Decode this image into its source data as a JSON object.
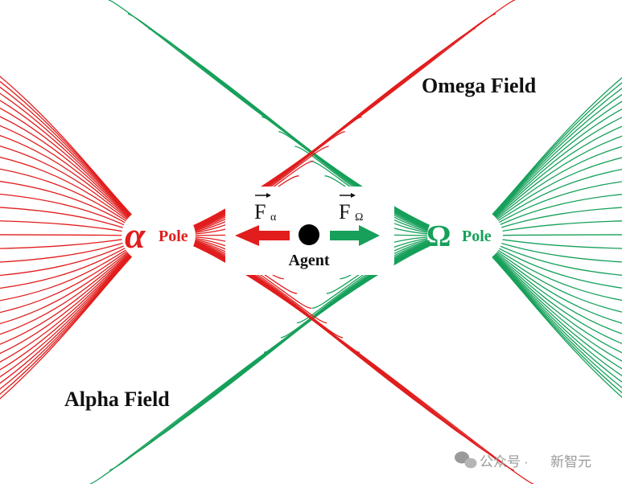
{
  "colors": {
    "alpha": "#e11d1d",
    "omega": "#16a05a",
    "agent": "#000000",
    "background": "#ffffff",
    "watermark": "#9a9a9a"
  },
  "labels": {
    "alpha_field": "Alpha Field",
    "omega_field": "Omega Field",
    "alpha_symbol": "α",
    "omega_symbol": "Ω",
    "pole": "Pole",
    "agent": "Agent",
    "force_letter": "F",
    "force_alpha_sub": "α",
    "force_omega_sub": "Ω"
  },
  "watermark": {
    "platform": "公众号",
    "separator": "·",
    "account": "新智元",
    "icon": "wechat-bubbles-icon"
  }
}
